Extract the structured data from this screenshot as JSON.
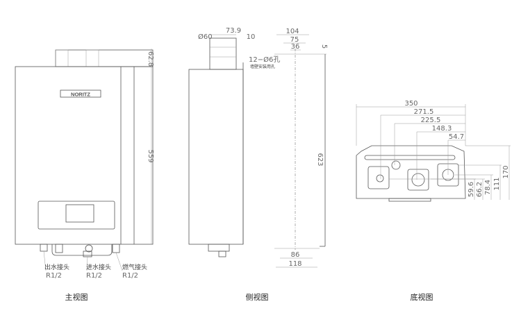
{
  "front_view": {
    "caption": "主视图",
    "logo": "NORITZ",
    "dims": {
      "bracket_height": "62.8",
      "body_height": "559"
    },
    "connectors": [
      {
        "label": "出水接头",
        "size": "R1/2"
      },
      {
        "label": "进水接头",
        "size": "R1/2"
      },
      {
        "label": "燃气接头",
        "size": "R1/2"
      }
    ]
  },
  "side_view": {
    "caption": "侧视图",
    "dims": {
      "flue_dia": "Ø60",
      "flue_offset": "73.9",
      "ten": "10",
      "w104": "104",
      "w75": "75",
      "w36": "36",
      "five": "5",
      "height": "623",
      "b86": "86",
      "b118": "118"
    },
    "holes_label": "12−Ø6孔",
    "holes_note": "墙壁安装用孔"
  },
  "bottom_view": {
    "caption": "底视图",
    "dims": {
      "width": "350",
      "h1": "271.5",
      "h2": "225.5",
      "h3": "148.3",
      "h4": "54.7",
      "v1": "59.6",
      "v2": "66.2",
      "v3": "78.4",
      "v4": "111",
      "v5": "170"
    }
  }
}
